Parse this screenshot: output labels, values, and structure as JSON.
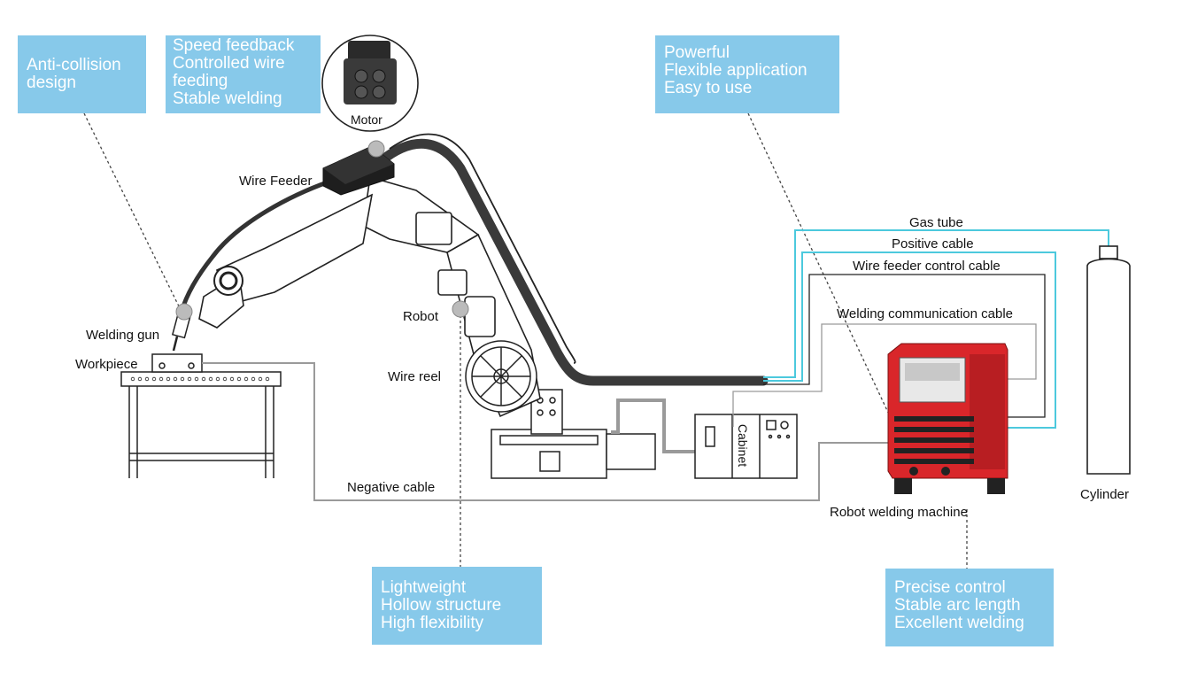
{
  "callouts": {
    "anti_collision": [
      "Anti-collision",
      "design"
    ],
    "speed_feedback": [
      "Speed feedback",
      "Controlled wire",
      "feeding",
      "Stable welding"
    ],
    "powerful": [
      "Powerful",
      "Flexible application",
      "Easy to use"
    ],
    "lightweight": [
      "Lightweight",
      "Hollow structure",
      "High flexibility"
    ],
    "precise": [
      "Precise control",
      "Stable arc length",
      "Excellent welding"
    ]
  },
  "labels": {
    "motor": "Motor",
    "wire_feeder": "Wire Feeder",
    "robot": "Robot",
    "wire_reel": "Wire reel",
    "welding_gun": "Welding gun",
    "workpiece": "Workpiece",
    "negative_cable": "Negative cable",
    "gas_tube": "Gas tube",
    "positive_cable": "Positive cable",
    "wire_feeder_control_cable": "Wire feeder control cable",
    "welding_communication_cable": "Welding communication cable",
    "cabinet": "Cabinet",
    "robot_welding_machine": "Robot welding machine",
    "cylinder": "Cylinder"
  },
  "colors": {
    "callout_bg": "#87c9ea",
    "cyan_cable": "#4cc9dd",
    "gray_cable": "#9a9a9a",
    "machine_red": "#d9262a",
    "outline": "#222222"
  }
}
